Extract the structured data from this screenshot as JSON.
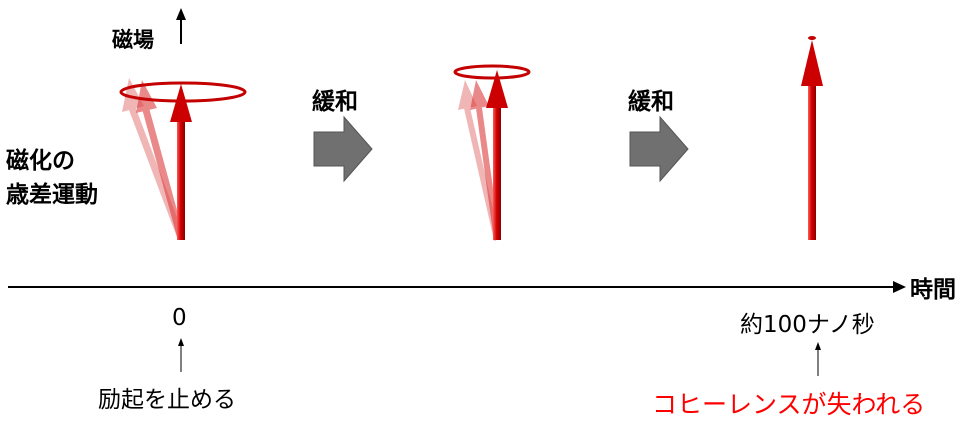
{
  "labels": {
    "field": "磁場",
    "precession_line1": "磁化の",
    "precession_line2": "歳差運動",
    "relax_1": "緩和",
    "relax_2": "緩和",
    "time_axis": "時間",
    "time_zero": "0",
    "time_end": "約100ナノ秒",
    "stop_excitation": "励起を止める",
    "coherence_lost": "コヒーレンスが失われる"
  },
  "colors": {
    "vector_red": "#cc0000",
    "vector_faded": "#e8a0a0",
    "process_arrow": "#707070",
    "text_accent": "#ff0000",
    "axis": "#000000"
  },
  "icons": [
    "up-arrow-icon",
    "process-arrow-icon",
    "time-axis-arrow-icon"
  ]
}
